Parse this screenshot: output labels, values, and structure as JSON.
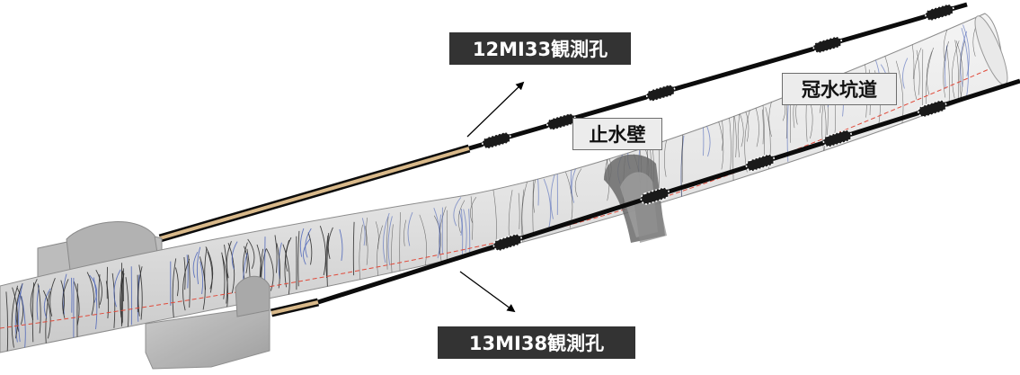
{
  "labels": {
    "borehole_12mi33": "12MI33観測孔",
    "borehole_13mi38": "13MI38観測孔",
    "water_stop_wall": "止水壁",
    "flooded_gallery": "冠水坑道"
  },
  "colors": {
    "tunnel_fill": "#e6e6e6",
    "crack_black": "#262626",
    "crack_blue": "#4a63b8",
    "center_line_red": "#e04a3a",
    "borehole_black": "#0c0c0c",
    "casing_tan": "#d9b98a",
    "label_dark_bg": "#333333"
  }
}
